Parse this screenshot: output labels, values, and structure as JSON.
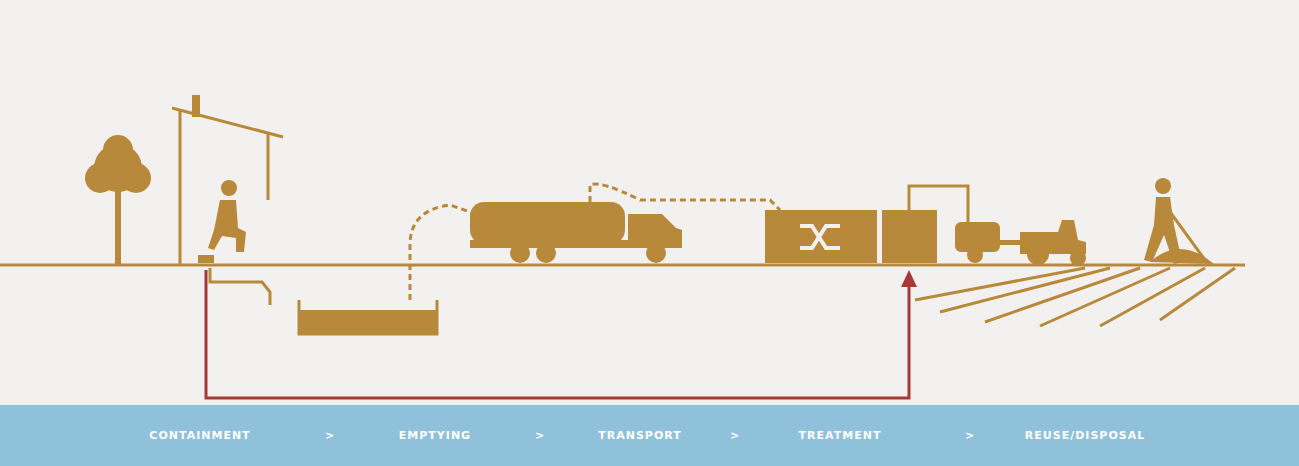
{
  "diagram": {
    "nodes": [
      {
        "text": [
          "CONTAINMENT",
          ">",
          "EMPTYING",
          ">",
          "TRANSPORT",
          ">",
          "TREATMENT",
          ">",
          "REUSE/DISPOSAL"
        ]
      }
    ]
  }
}
